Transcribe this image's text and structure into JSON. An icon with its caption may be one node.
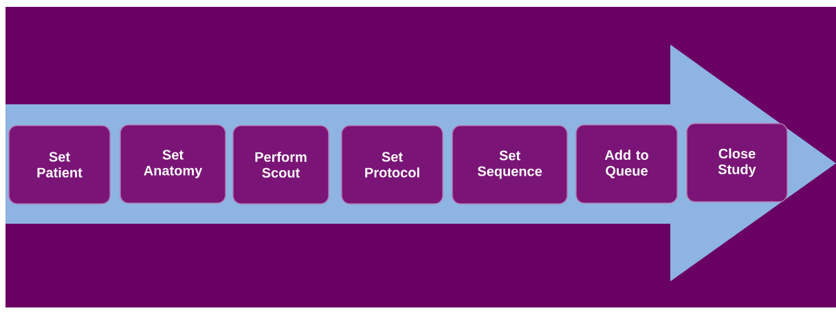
{
  "diagram": {
    "nodes": [
      {
        "text": [
          "Set Patient"
        ]
      },
      {
        "text": [
          "Set Anatomy"
        ]
      },
      {
        "text": [
          "Perform Scout"
        ]
      },
      {
        "text": [
          "Set Protocol"
        ]
      },
      {
        "text": [
          "Set Sequence"
        ]
      },
      {
        "text": [
          "Add to Queue"
        ]
      },
      {
        "text": [
          "Close Study"
        ]
      }
    ]
  }
}
